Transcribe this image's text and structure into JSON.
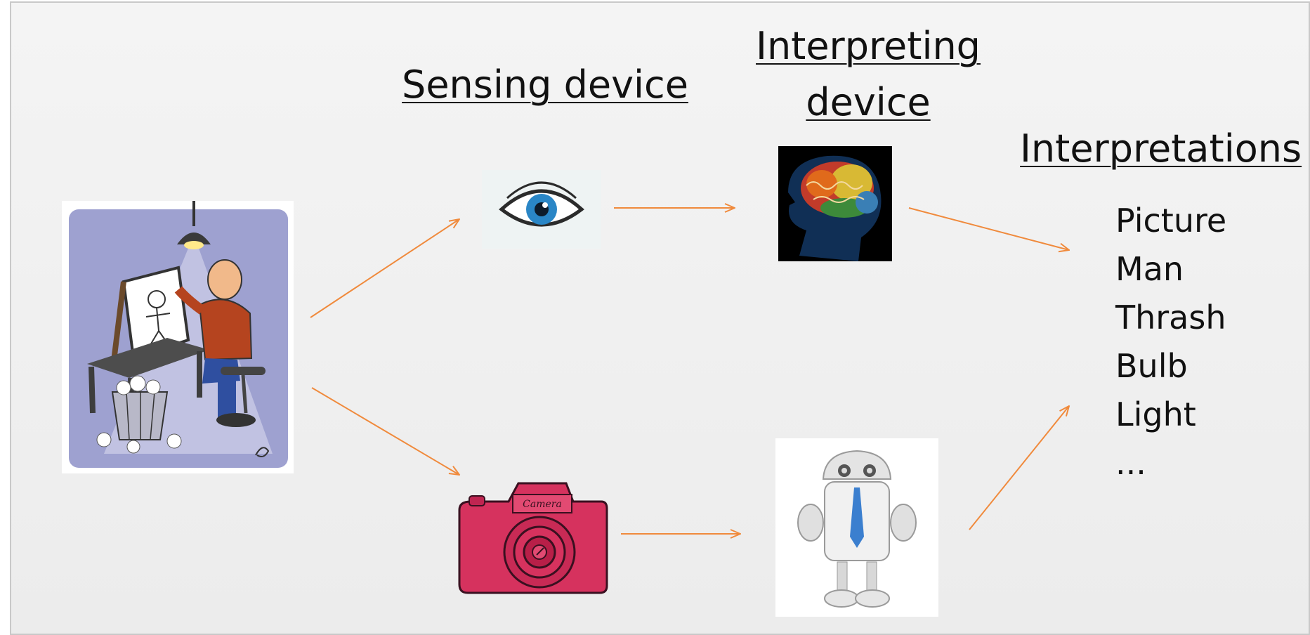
{
  "headings": {
    "sensing": "Sensing device",
    "interpreting_line1": "Interpreting",
    "interpreting_line2": "device",
    "interpretations": "Interpretations"
  },
  "interpretations": [
    "Picture",
    "Man",
    "Thrash",
    "Bulb",
    "Light",
    "..."
  ],
  "camera_label": "Camera",
  "icons": [
    "artist-drawing-icon",
    "eye-icon",
    "brain-icon",
    "camera-icon",
    "robot-icon"
  ],
  "colors": {
    "arrow": "#f08a3c",
    "background": "#efefef",
    "text": "#111111"
  }
}
